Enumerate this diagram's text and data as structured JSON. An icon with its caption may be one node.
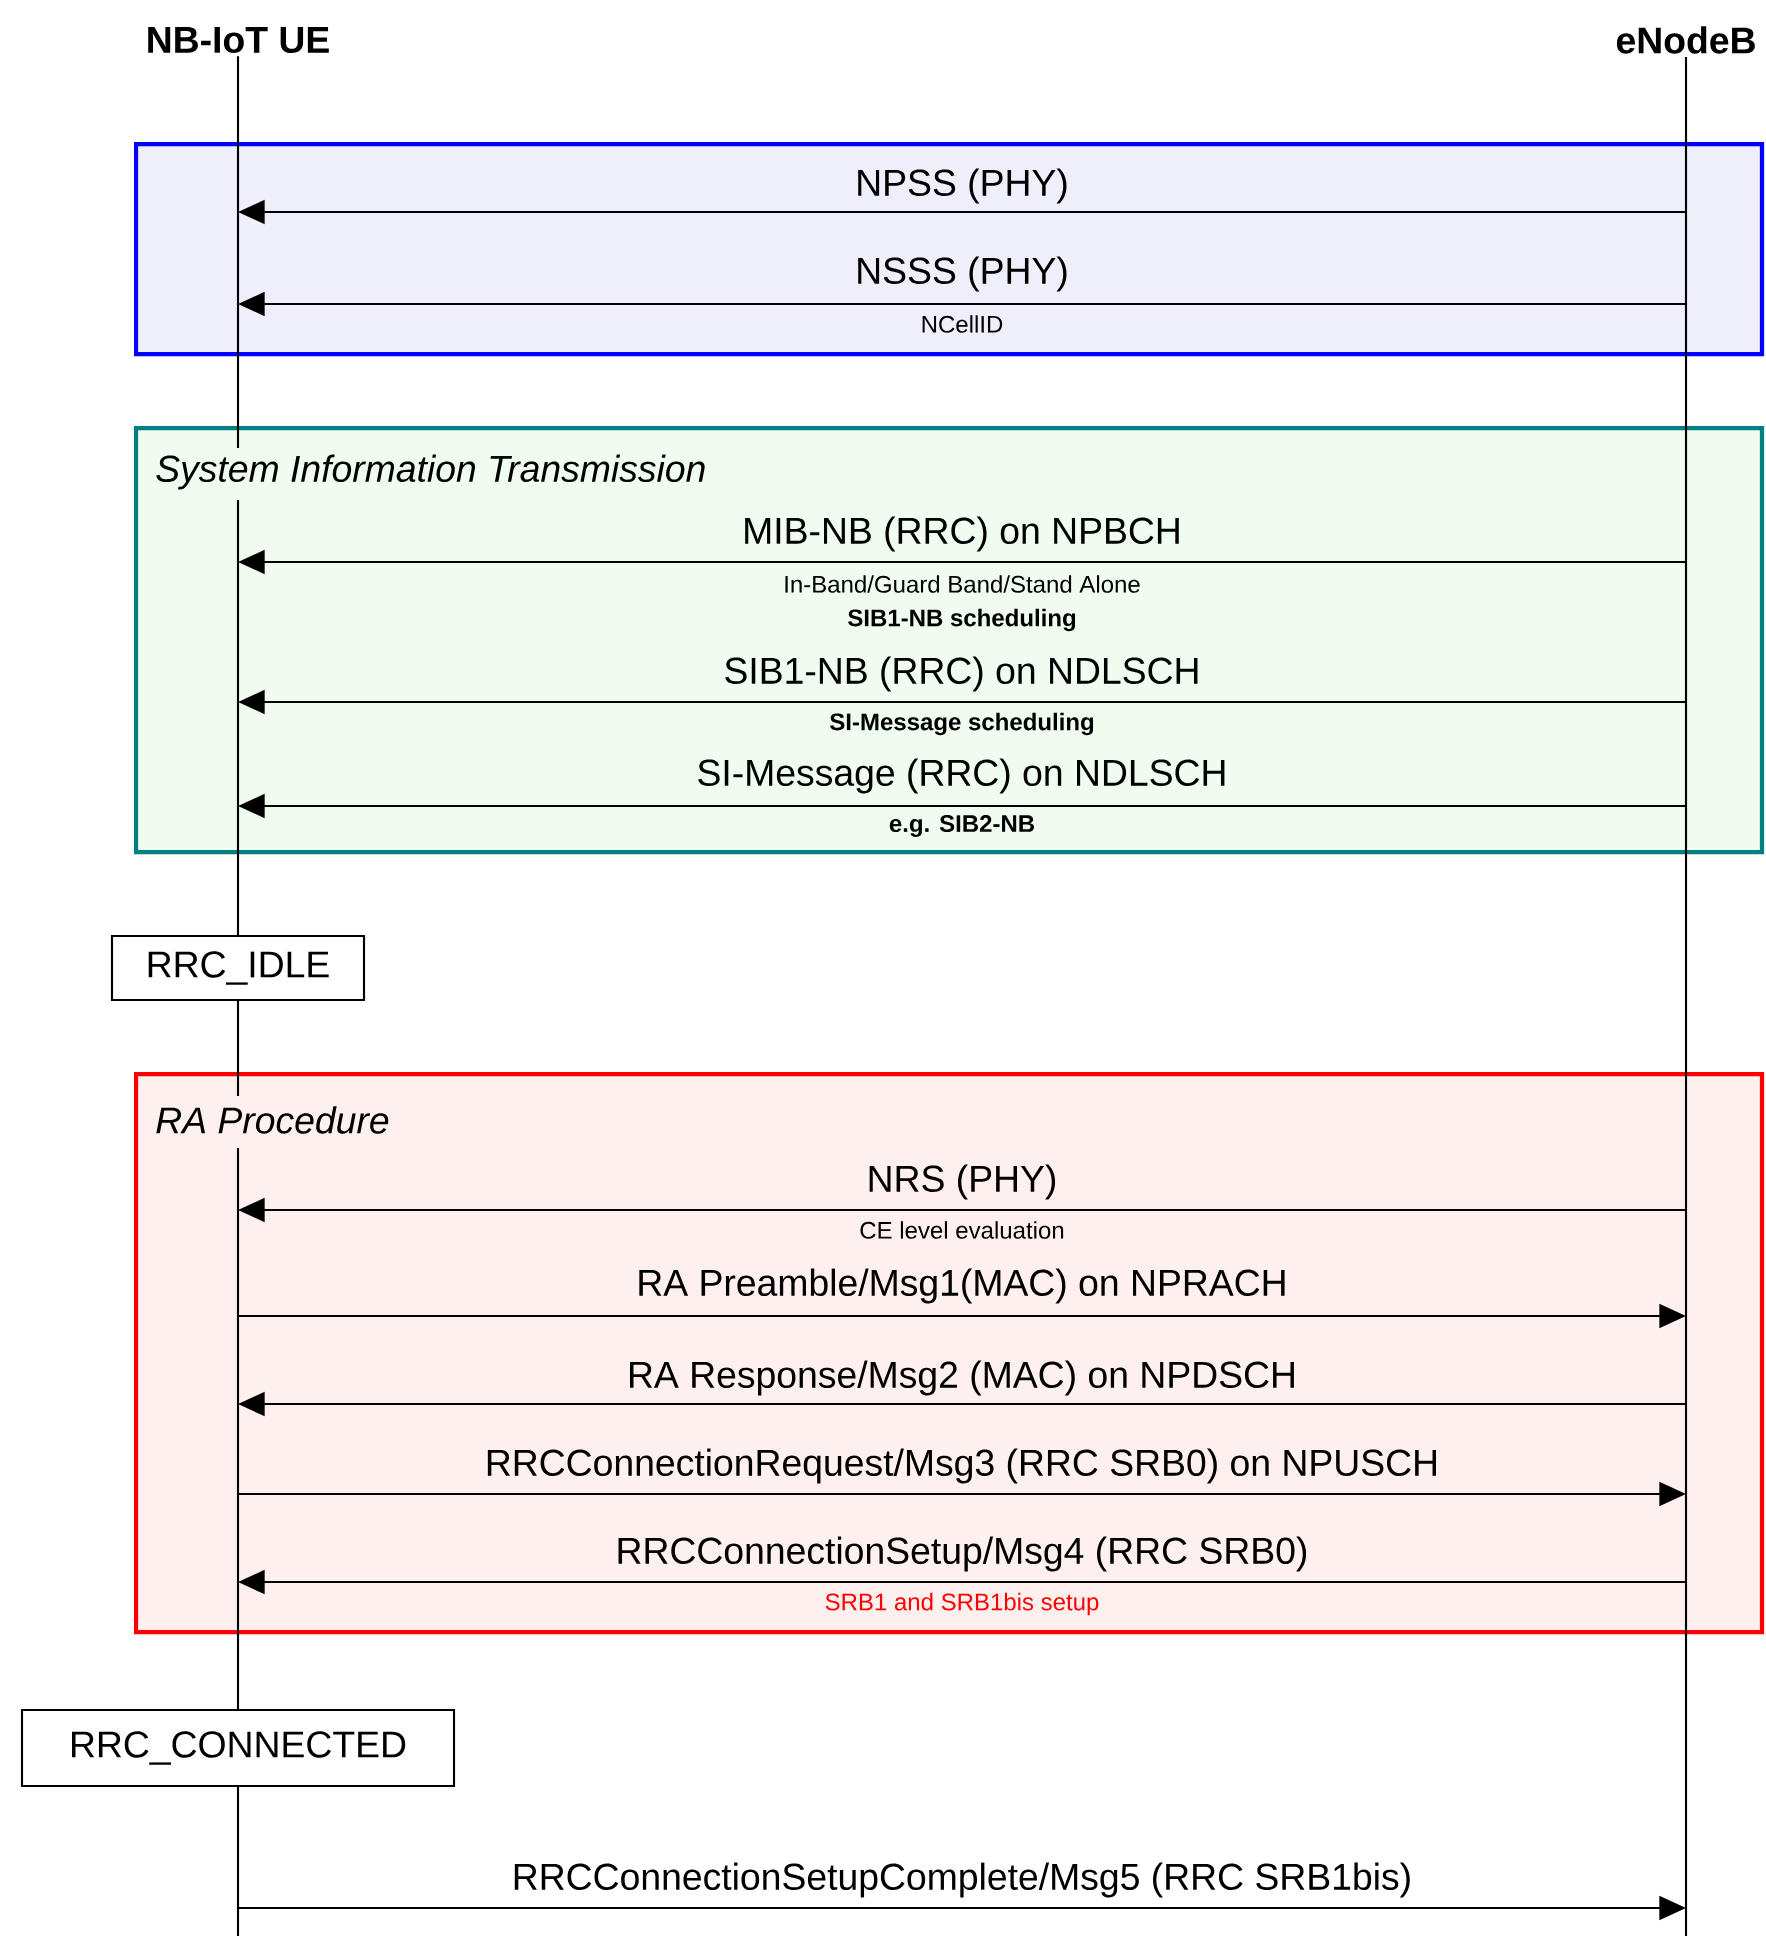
{
  "diagram": {
    "nodes": [
      {
        "text": [
          "NB-IoT UE"
        ]
      },
      {
        "text": [
          "eNodeB"
        ]
      },
      {
        "text": [
          "RRC_IDLE"
        ]
      },
      {
        "text": [
          "RRC_CONNECTED"
        ]
      }
    ],
    "edges": [
      {
        "from": 1,
        "to": 0,
        "arrow": "to",
        "label": "NPSS (PHY)"
      },
      {
        "from": 1,
        "to": 0,
        "arrow": "to",
        "label": "NSSS (PHY)"
      },
      {
        "from": 1,
        "to": 0,
        "arrow": "to",
        "label": "MIB-NB (RRC) on NPBCH"
      },
      {
        "from": 1,
        "to": 0,
        "arrow": "to",
        "label": "SIB1-NB (RRC) on NDLSCH"
      },
      {
        "from": 1,
        "to": 0,
        "arrow": "to",
        "label": "SI-Message (RRC) on NDLSCH"
      },
      {
        "from": 1,
        "to": 0,
        "arrow": "to",
        "label": "NRS (PHY)"
      },
      {
        "from": 0,
        "to": 1,
        "arrow": "to",
        "label": "RA Preamble/Msg1(MAC) on NPRACH"
      },
      {
        "from": 1,
        "to": 0,
        "arrow": "to",
        "label": "RA Response/Msg2 (MAC) on NPDSCH"
      },
      {
        "from": 0,
        "to": 1,
        "arrow": "to",
        "label": "RRCConnectionRequest/Msg3 (RRC SRB0) on NPUSCH"
      },
      {
        "from": 1,
        "to": 0,
        "arrow": "to",
        "label": "RRCConnectionSetup/Msg4 (RRC SRB0)"
      },
      {
        "from": 0,
        "to": 1,
        "arrow": "to",
        "label": "RRCConnectionSetupComplete/Msg5 (RRC SRB1bis)"
      }
    ],
    "labels": [
      "NCellID",
      "System Information Transmission",
      "In-Band/Guard Band/Stand Alone",
      "SIB1-NB scheduling",
      "SI-Message scheduling",
      "e.g. SIB2-NB",
      "RA Procedure",
      "CE level evaluation",
      "SRB1 and SRB1bis setup"
    ]
  }
}
